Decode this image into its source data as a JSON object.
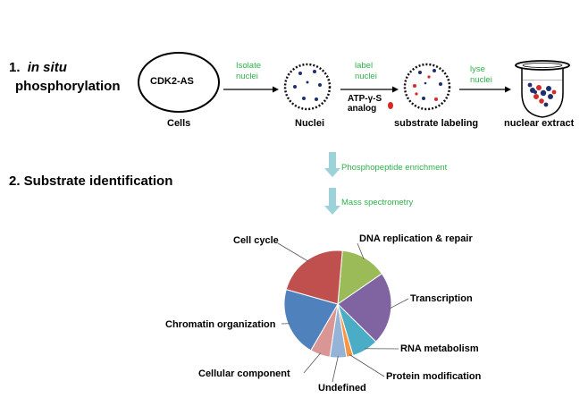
{
  "step1": {
    "number": "1.",
    "emphasis": "in situ",
    "title": "phosphorylation"
  },
  "step2": {
    "title": "2. Substrate identification"
  },
  "cell_label": "CDK2-AS",
  "stage_labels": {
    "cells": "Cells",
    "nuclei": "Nuclei",
    "substrate": "substrate labeling",
    "extract": "nuclear extract"
  },
  "arrow_labels": {
    "isolate_line1": "Isolate",
    "isolate_line2": "nuclei",
    "label_line1": "label",
    "label_line2": "nuclei",
    "lyse_line1": "lyse",
    "lyse_line2": "nuclei"
  },
  "atp": {
    "line1": "ATP-γ-S",
    "line2": "analog"
  },
  "flow": {
    "enrichment": "Phosphopeptide enrichment",
    "ms": "Mass spectrometry"
  },
  "colors": {
    "green": "#2fb24b",
    "flow_arrow": "#9dd2d8",
    "dot_navy": "#1e2f6e",
    "dot_red": "#d42a2a",
    "crescent": "#2aa34a"
  },
  "chart_data": {
    "type": "pie",
    "slices": [
      {
        "label": "DNA replication & repair",
        "value": 14,
        "color": "#9bbb59"
      },
      {
        "label": "Transcription",
        "value": 22,
        "color": "#8064a2"
      },
      {
        "label": "RNA metabolism",
        "value": 8,
        "color": "#4bacc6"
      },
      {
        "label": "Protein modification",
        "value": 2,
        "color": "#f79646"
      },
      {
        "label": "Undefined",
        "value": 5,
        "color": "#95b3d7"
      },
      {
        "label": "Cellular component",
        "value": 6,
        "color": "#d99694"
      },
      {
        "label": "Chromatin organization",
        "value": 21,
        "color": "#4f81bd"
      },
      {
        "label": "Cell cycle",
        "value": 22,
        "color": "#c0504d"
      }
    ]
  }
}
